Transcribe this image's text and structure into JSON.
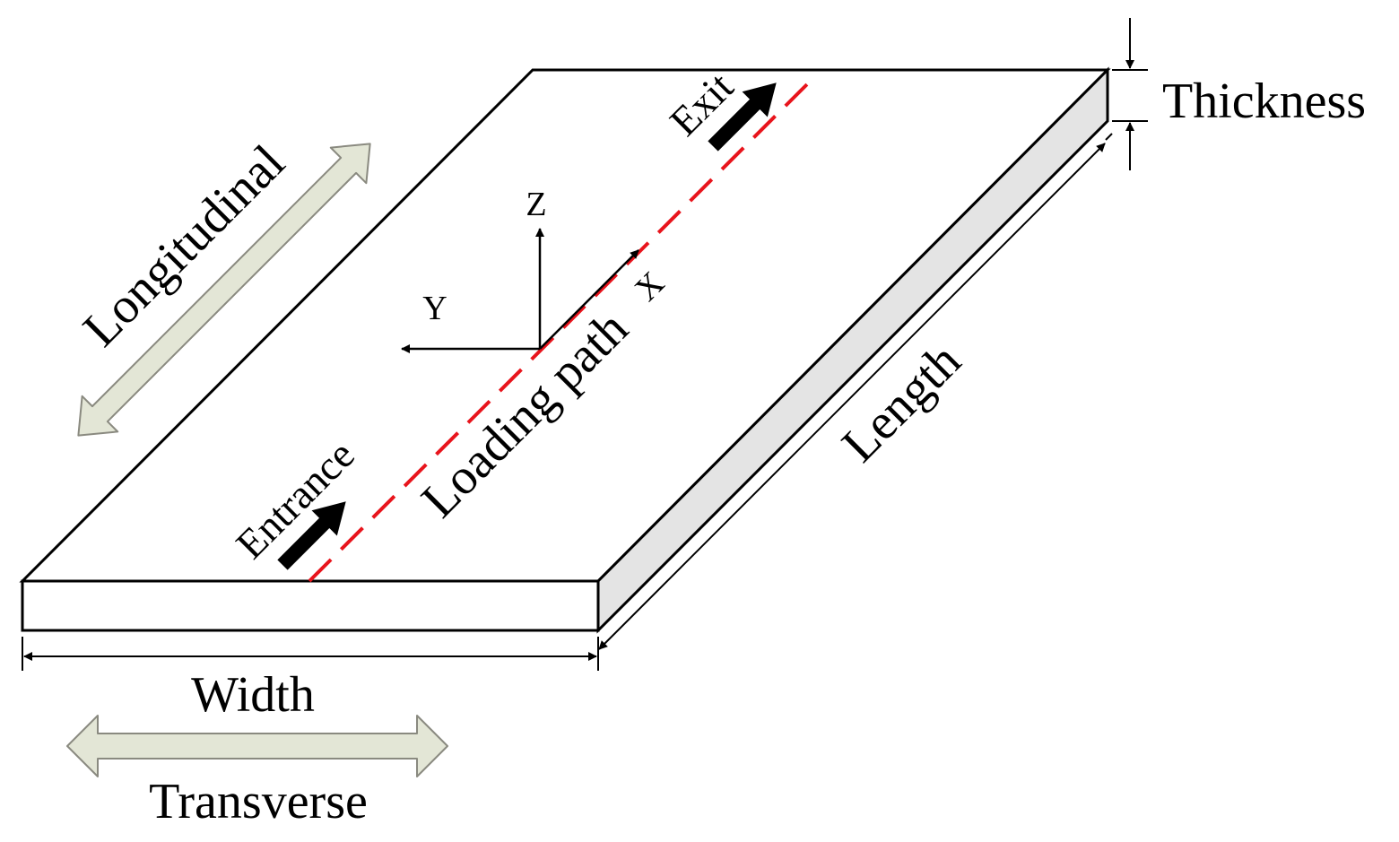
{
  "labels": {
    "thickness": "Thickness",
    "longitudinal": "Longitudinal",
    "exit": "Exit",
    "entrance": "Entrance",
    "loading_path": "Loading path",
    "length": "Length",
    "width": "Width",
    "transverse": "Transverse",
    "axis_x": "X",
    "axis_y": "Y",
    "axis_z": "Z"
  },
  "colors": {
    "outline": "#000000",
    "side_face": "#e4e4e4",
    "loading_path_dash": "#e8141c",
    "direction_arrow_fill": "#e3e6d6",
    "direction_arrow_stroke": "#8a8a80"
  }
}
